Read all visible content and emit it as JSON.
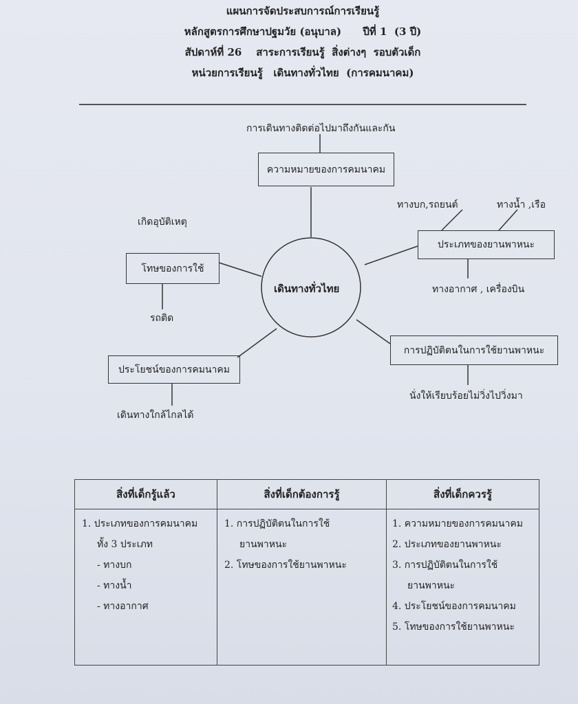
{
  "header": {
    "line1": "แผนการจัดประสบการณ์การเรียนรู้",
    "line2": "หลักสูตรการศึกษาปฐมวัย (อนุบาล)      ปีที่ 1  (3 ปี)",
    "line3": "สัปดาห์ที่ 26    สาระการเรียนรู้  สิ่งต่างๆ  รอบตัวเด็ก",
    "line4": "หน่วยการเรียนรู้   เดินทางทั่วไทย  (การคมนาคม)"
  },
  "mindmap": {
    "center": "เดินทางทั่วไทย",
    "meaning": {
      "label": "ความหมายของการคมนาคม",
      "detail": "การเดินทางติดต่อไปมาถึงกันและกัน"
    },
    "types": {
      "label": "ประเภทของยานพาหนะ",
      "details": [
        "ทางบก,รถยนต์",
        "ทางน้ำ ,เรือ",
        "ทางอากาศ , เครื่องบิน"
      ]
    },
    "harm": {
      "label": "โทษของการใช้",
      "details": [
        "เกิดอุบัติเหตุ",
        "รถติด"
      ]
    },
    "benefit": {
      "label": "ประโยชน์ของการคมนาคม",
      "detail": "เดินทางใกล้ไกลได้"
    },
    "practice": {
      "label": "การปฏิบัติตนในการใช้ยานพาหนะ",
      "detail": "นั่งให้เรียบร้อยไม่วิ่งไปวิ่งมา"
    }
  },
  "table": {
    "headers": [
      "สิ่งที่เด็กรู้แล้ว",
      "สิ่งที่เด็กต้องการรู้",
      "สิ่งที่เด็กควรรู้"
    ],
    "col1": [
      "1.  ประเภทของการคมนาคม",
      "ทั้ง 3 ประเภท",
      "- ทางบก",
      "- ทางน้ำ",
      "- ทางอากาศ"
    ],
    "col2": [
      "1.  การปฏิบัติตนในการใช้",
      "ยานพาหนะ",
      "2.  โทษของการใช้ยานพาหนะ"
    ],
    "col3": [
      "1. ความหมายของการคมนาคม",
      "2. ประเภทของยานพาหนะ",
      "3. การปฏิบัติตนในการใช้",
      "ยานพาหนะ",
      "4. ประโยชน์ของการคมนาคม",
      "5. โทษของการใช้ยานพาหนะ"
    ]
  }
}
